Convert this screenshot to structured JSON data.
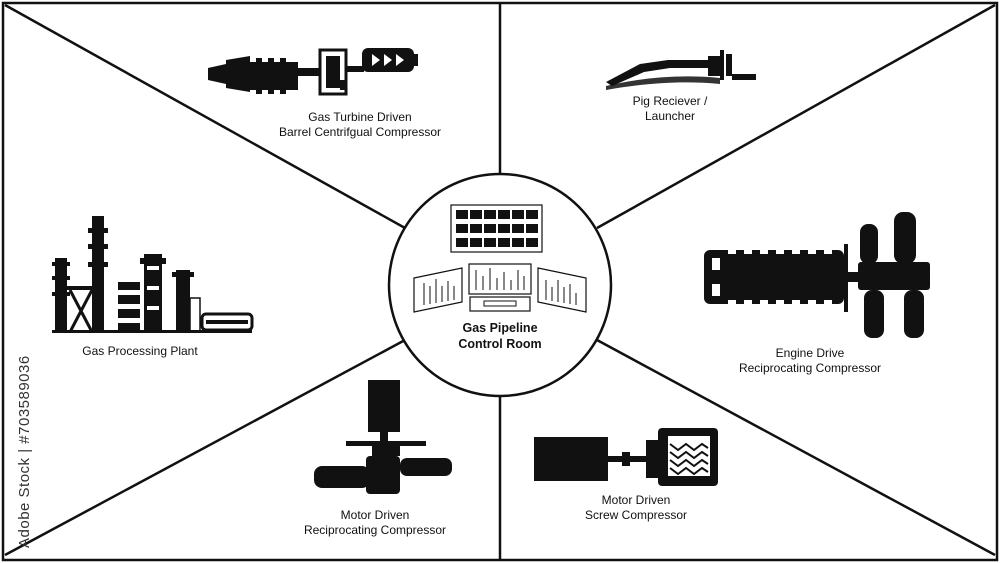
{
  "center": {
    "line1": "Gas Pipeline",
    "line2": "Control Room"
  },
  "sections": {
    "top_left": {
      "line1": "Gas Turbine Driven",
      "line2": "Barrel Centrifgual Compressor"
    },
    "top_right": {
      "line1": "Pig Reciever /",
      "line2": "Launcher"
    },
    "mid_left": {
      "line1": "Gas Processing Plant"
    },
    "mid_right": {
      "line1": "Engine Drive",
      "line2": "Reciprocating Compressor"
    },
    "bottom_left": {
      "line1": "Motor Driven",
      "line2": "Reciprocating Compressor"
    },
    "bottom_right": {
      "line1": "Motor Driven",
      "line2": "Screw Compressor"
    }
  },
  "watermark": {
    "text": "Adobe Stock | #703589036"
  },
  "colors": {
    "ink": "#111111",
    "background": "#ffffff"
  }
}
